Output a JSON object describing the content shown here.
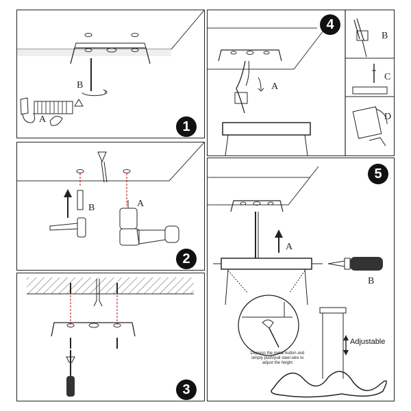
{
  "steps": {
    "s1": {
      "number": "1",
      "label_a": "A",
      "label_b": "B"
    },
    "s2": {
      "number": "2",
      "label_a": "A",
      "label_b": "B"
    },
    "s3": {
      "number": "3"
    },
    "s4": {
      "number": "4",
      "label_a": "A",
      "label_b": "B",
      "label_c": "C",
      "label_d": "D"
    },
    "s5": {
      "number": "5",
      "label_a": "A",
      "label_b": "B",
      "adjustable": "Adjustable",
      "note": "Depress the metal button and simply push/pull steel wire to adjust the height"
    }
  }
}
